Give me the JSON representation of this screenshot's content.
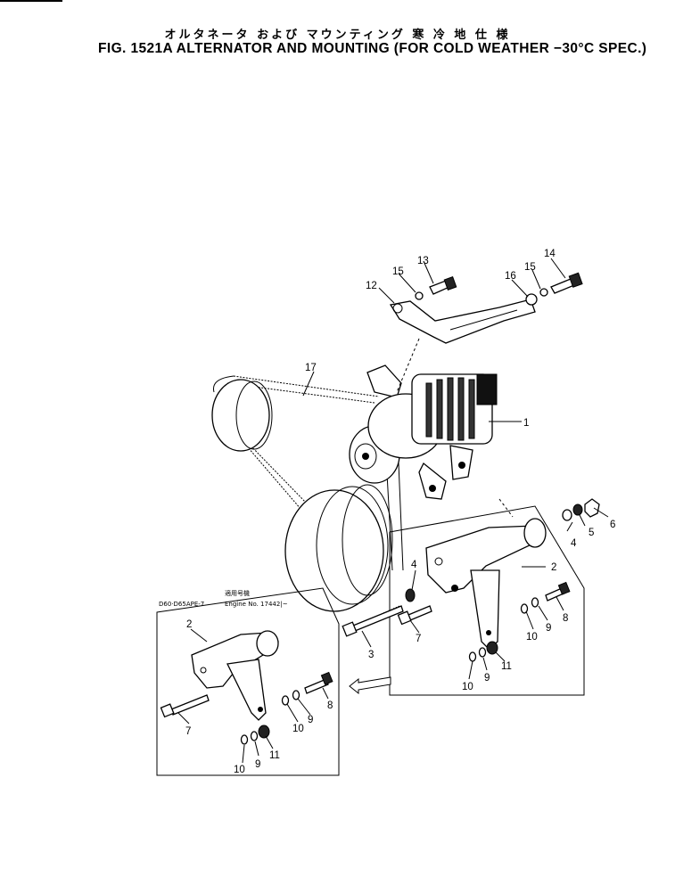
{
  "title_japanese": "オルタネータ および マウンティング 寒 冷 地 仕 様",
  "title_english": "FIG. 1521A  ALTERNATOR AND MOUNTING (FOR COLD WEATHER −30°C SPEC.)",
  "inset_note": {
    "model": "D60·D65APE-7",
    "applicable_jp": "適用号機",
    "engine_label": "Engine  No. 17442|~"
  },
  "callouts": {
    "c1": "1",
    "c2_main": "2",
    "c2_inset": "2",
    "c3": "3",
    "c4_upper": "4",
    "c4_lower": "4",
    "c5": "5",
    "c6": "6",
    "c7_main": "7",
    "c7_inset": "7",
    "c8_main": "8",
    "c8_inset": "8",
    "c9_main_a": "9",
    "c9_main_b": "9",
    "c9_inset_a": "9",
    "c9_inset_b": "9",
    "c10_main_a": "10",
    "c10_main_b": "10",
    "c10_inset_a": "10",
    "c10_inset_b": "10",
    "c11_main": "11",
    "c11_inset": "11",
    "c12": "12",
    "c13": "13",
    "c14": "14",
    "c15_a": "15",
    "c15_b": "15",
    "c16": "16",
    "c17": "17"
  }
}
